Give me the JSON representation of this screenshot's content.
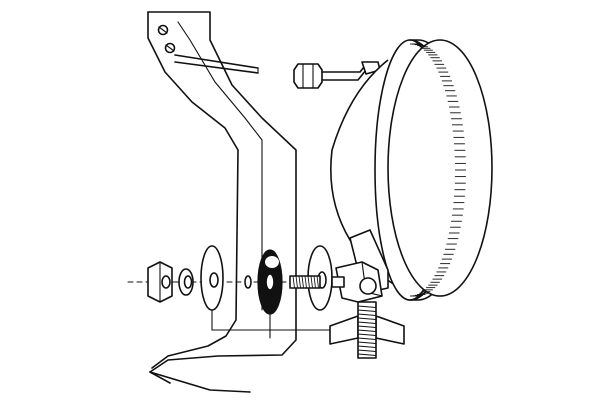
{
  "diagram": {
    "type": "exploded-assembly",
    "parts": [
      {
        "id": "bracket-plate",
        "icon": "bracket-icon"
      },
      {
        "id": "cable",
        "icon": "cable-icon"
      },
      {
        "id": "wire-connector",
        "icon": "connector-icon"
      },
      {
        "id": "lamp-housing",
        "icon": "lamp-icon"
      },
      {
        "id": "hex-nut",
        "icon": "nut-icon"
      },
      {
        "id": "spring-washer",
        "icon": "spring-washer-icon"
      },
      {
        "id": "flat-washer-outer",
        "icon": "washer-icon"
      },
      {
        "id": "small-washer",
        "icon": "washer-icon"
      },
      {
        "id": "rubber-grommet",
        "icon": "grommet-icon"
      },
      {
        "id": "flat-washer-inner",
        "icon": "washer-icon"
      },
      {
        "id": "threaded-stud",
        "icon": "bolt-icon"
      },
      {
        "id": "mount-swivel",
        "icon": "swivel-icon"
      },
      {
        "id": "wing-bolt",
        "icon": "wing-bolt-icon"
      }
    ],
    "colors": {
      "line": "#111111",
      "background": "#ffffff"
    }
  }
}
